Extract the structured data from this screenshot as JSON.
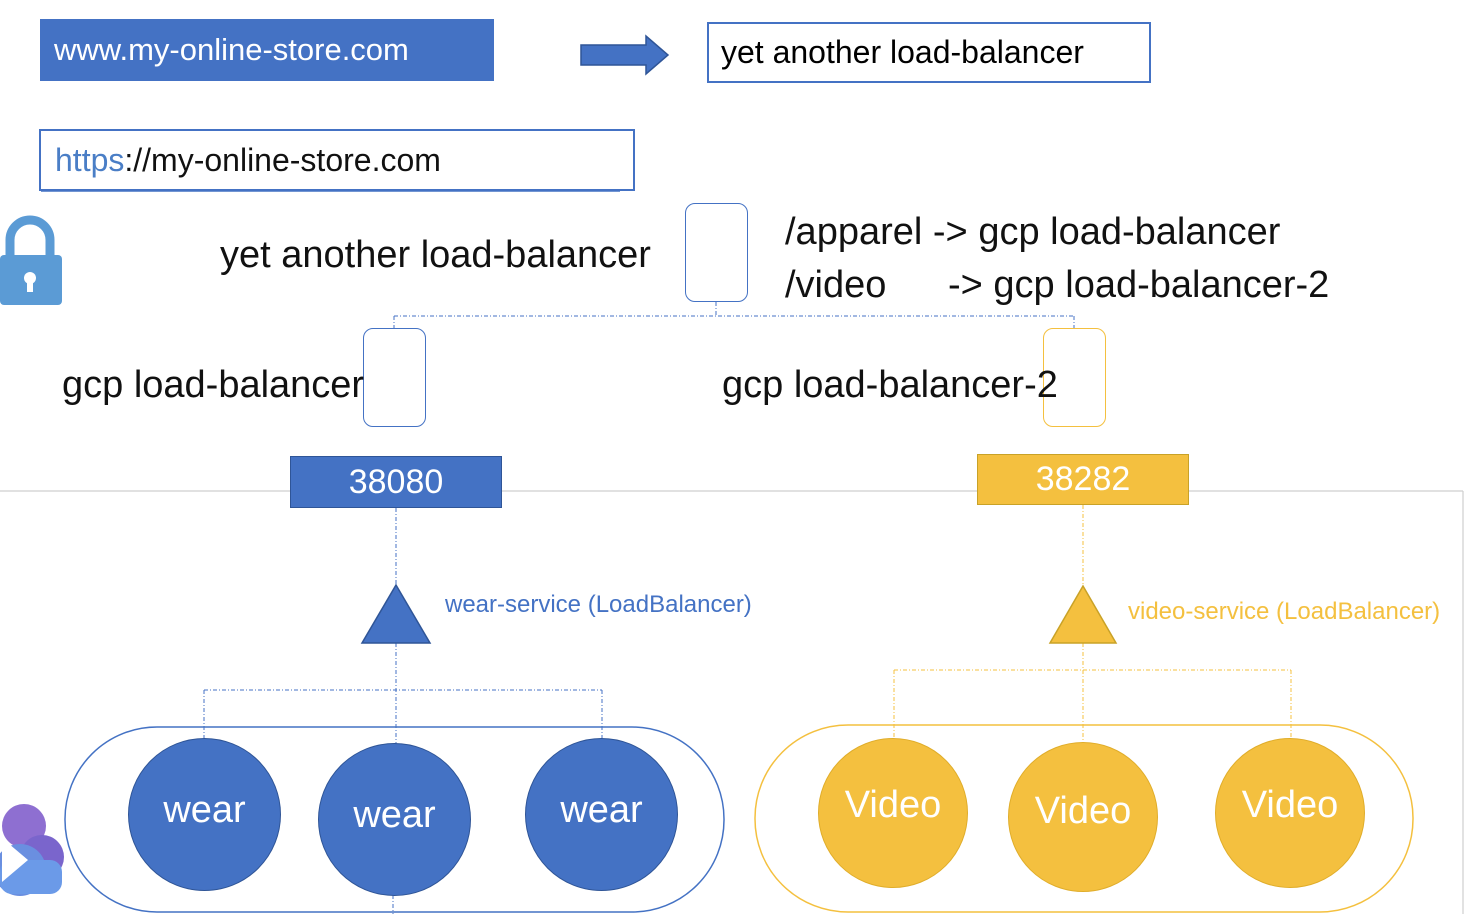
{
  "domain_label": "www.my-online-store.com",
  "top_balancer": "yet another load-balancer",
  "url": {
    "scheme": "https",
    "rest": "://my-online-store.com"
  },
  "main_balancer_label": "yet another load-balancer",
  "routes": [
    {
      "path": "/apparel",
      "arrow": "->",
      "target": "gcp load-balancer"
    },
    {
      "path": "/video",
      "arrow": "->",
      "target": "gcp load-balancer-2"
    }
  ],
  "wear": {
    "balancer": "gcp load-balancer",
    "port": "38080",
    "service": "wear-service (LoadBalancer)",
    "pods": [
      "wear",
      "wear",
      "wear"
    ],
    "color": "#4472c4"
  },
  "video": {
    "balancer": "gcp load-balancer-2",
    "port": "38282",
    "service": "video-service (LoadBalancer)",
    "pods": [
      "Video",
      "Video",
      "Video"
    ],
    "color": "#f4c03f"
  },
  "icons": [
    "lock-icon",
    "arrow-right-icon",
    "cloud-play-icon"
  ]
}
